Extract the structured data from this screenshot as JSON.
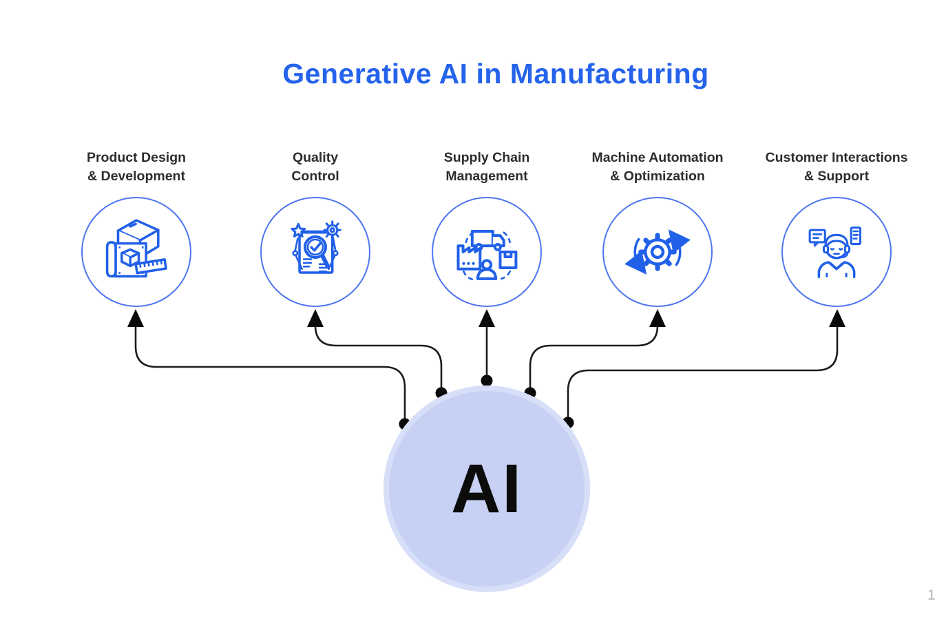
{
  "title": "Generative AI in Manufacturing",
  "center_node": {
    "label": "AI"
  },
  "nodes": [
    {
      "label": "Product Design\n& Development",
      "icon": "product-design-icon"
    },
    {
      "label": "Quality\nControl",
      "icon": "quality-control-icon"
    },
    {
      "label": "Supply Chain\nManagement",
      "icon": "supply-chain-icon"
    },
    {
      "label": "Machine Automation\n& Optimization",
      "icon": "machine-automation-icon"
    },
    {
      "label": "Customer Interactions\n& Support",
      "icon": "customer-support-icon"
    }
  ],
  "page_marker": "1",
  "colors": {
    "title": "#2563eb",
    "icon_stroke": "#2160e8",
    "node_ring": "#4d75f0",
    "ai_fill": "#c7d1f4",
    "ai_rim": "#d7def8",
    "connector": "#1c1c1c",
    "label_text": "#2d2d2d"
  }
}
